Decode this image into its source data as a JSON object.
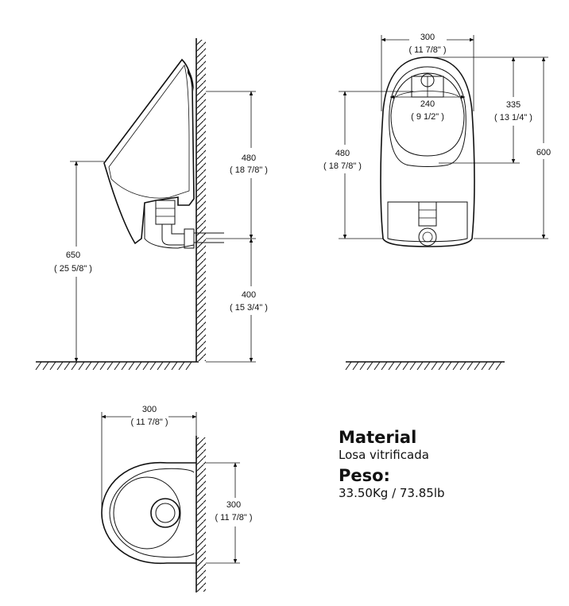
{
  "side_view": {
    "dim_480": "480",
    "dim_480_in": "( 18 7/8\" )",
    "dim_400": "400",
    "dim_400_in": "( 15 3/4\" )",
    "dim_650": "650",
    "dim_650_in": "( 25 5/8\" )"
  },
  "front_view": {
    "dim_300": "300",
    "dim_300_in": "( 11 7/8\" )",
    "dim_240": "240",
    "dim_240_in": "( 9 1/2\" )",
    "dim_335": "335",
    "dim_335_in": "( 13 1/4\" )",
    "dim_480": "480",
    "dim_480_in": "( 18 7/8\" )",
    "dim_600": "600"
  },
  "top_view": {
    "dim_300_w": "300",
    "dim_300_w_in": "( 11 7/8\" )",
    "dim_300_h": "300",
    "dim_300_h_in": "( 11 7/8\" )"
  },
  "info": {
    "material_heading": "Material",
    "material_value": "Losa vitrificada",
    "weight_heading": "Peso:",
    "weight_value": "33.50Kg / 73.85lb"
  }
}
